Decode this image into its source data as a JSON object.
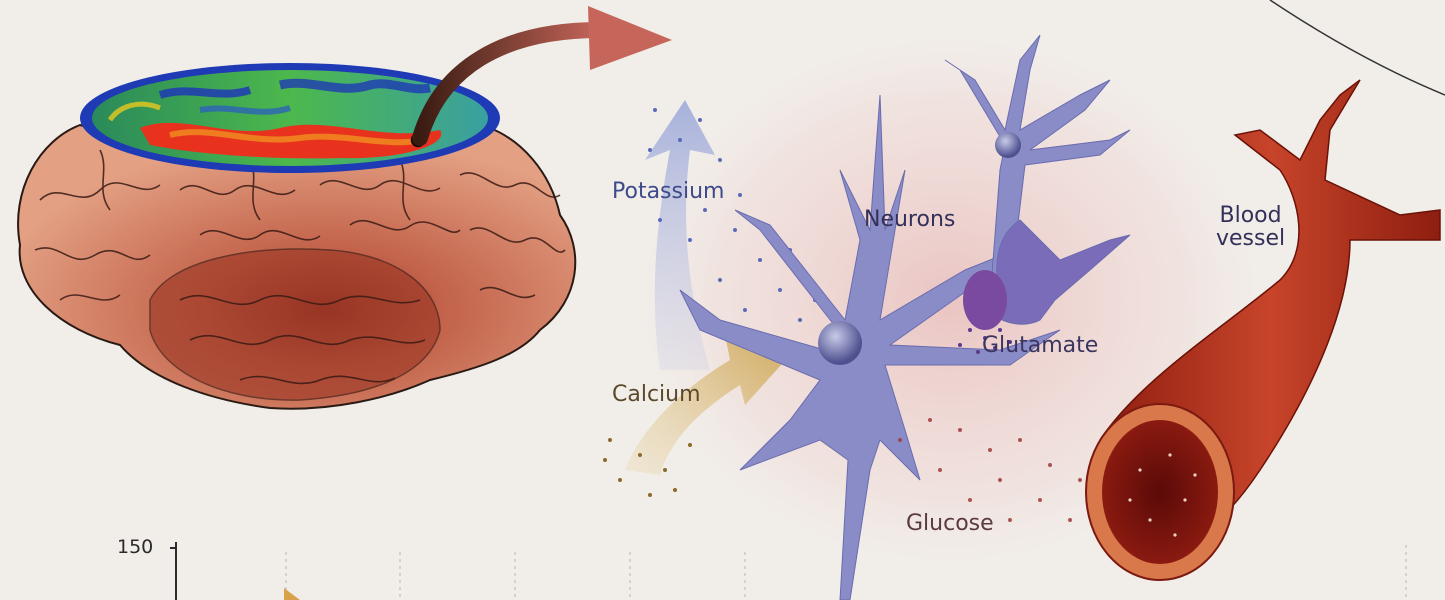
{
  "labels": {
    "potassium": "Potassium",
    "neurons": "Neurons",
    "blood_vessel_line1": "Blood",
    "blood_vessel_line2": "vessel",
    "glutamate": "Glutamate",
    "calcium": "Calcium",
    "glucose": "Glucose"
  },
  "chart_axis": {
    "y_tick_top": "150"
  },
  "colors": {
    "background": "#f1eeea",
    "brain": "#d98a6a",
    "brain_dark": "#8a2a20",
    "neuron": "#8a8cc8",
    "vessel": "#b8321e",
    "potassium_arrow": "#aab6dc",
    "calcium_arrow": "#d9b66a",
    "pet_hot": "#e8321e",
    "pet_cold": "#1e3ab4",
    "pet_mid": "#4cb84c"
  }
}
